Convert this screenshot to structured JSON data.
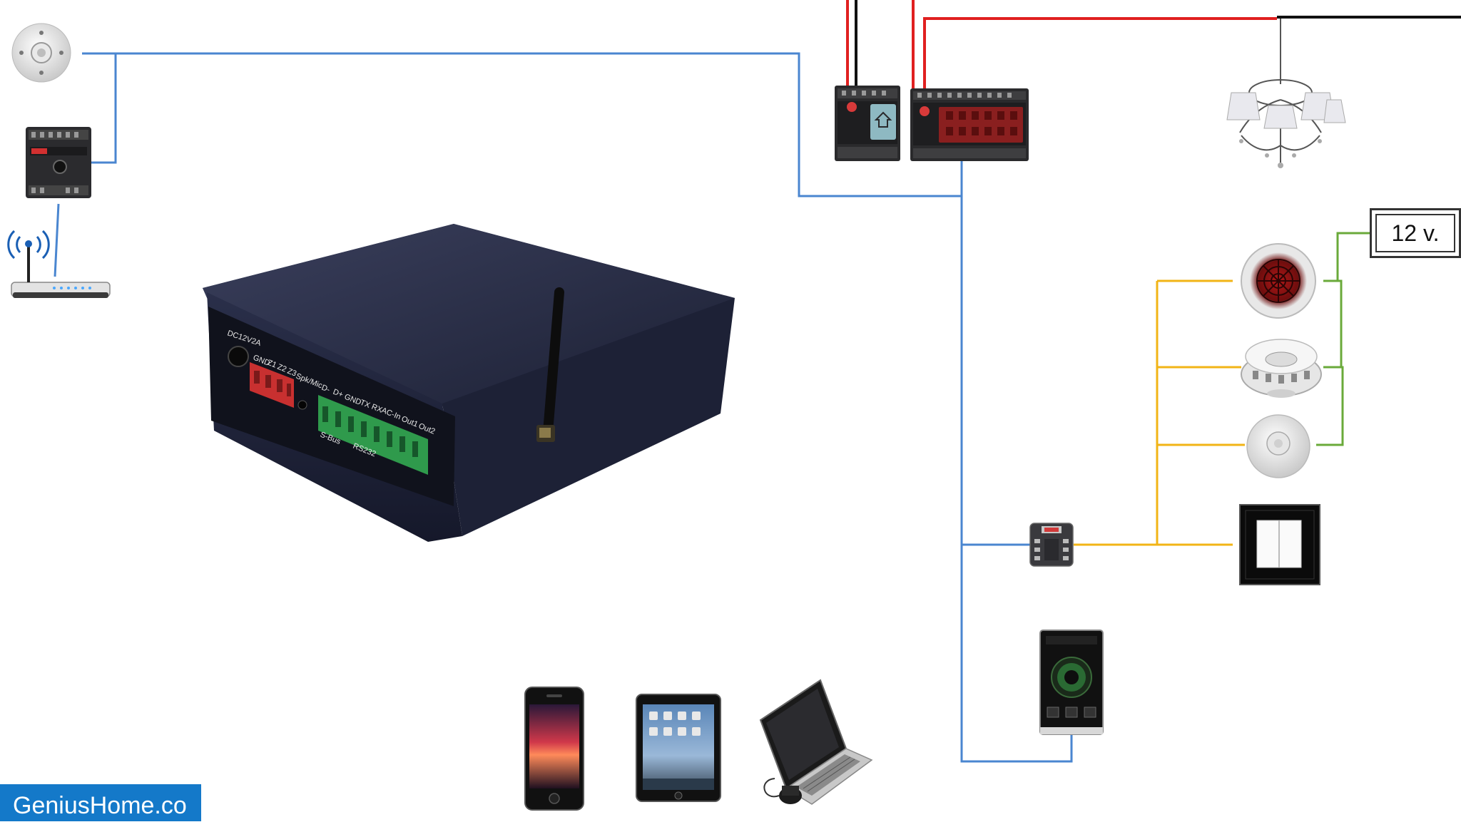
{
  "brand": {
    "label": "GeniusHome.co"
  },
  "power_box": {
    "label": "12 v."
  },
  "gateway": {
    "power_label": "DC12V2A",
    "zone_terminals": [
      "GND",
      "Z1",
      "Z2",
      "Z3",
      "Spk/Mic"
    ],
    "bus_terminals": [
      "D-",
      "D+",
      "GND",
      "TX",
      "RX",
      "AC-In",
      "Out1",
      "Out2"
    ],
    "bus_group_labels": [
      "S-Bus",
      "RS232"
    ]
  },
  "colors": {
    "bus_line": "#4a86d0",
    "power_red": "#e02020",
    "power_black": "#111111",
    "sensor_yellow": "#f2b416",
    "supply_green": "#6aaa3a",
    "brand_bg": "#1479c9"
  },
  "devices": [
    {
      "id": "ceiling-sensor",
      "icon": "ceiling-sensor-icon"
    },
    {
      "id": "dimmer-module",
      "icon": "din-module-icon"
    },
    {
      "id": "wifi-router",
      "icon": "router-icon"
    },
    {
      "id": "gateway",
      "icon": "gateway-box-icon"
    },
    {
      "id": "relay-module-small",
      "icon": "din-module-icon"
    },
    {
      "id": "relay-module-large",
      "icon": "din-module-icon"
    },
    {
      "id": "chandelier",
      "icon": "chandelier-icon"
    },
    {
      "id": "heat-detector",
      "icon": "heat-detector-icon"
    },
    {
      "id": "smoke-detector",
      "icon": "smoke-detector-icon"
    },
    {
      "id": "motion-sensor",
      "icon": "motion-sensor-icon"
    },
    {
      "id": "wall-switch",
      "icon": "wall-switch-icon"
    },
    {
      "id": "input-module",
      "icon": "input-module-icon"
    },
    {
      "id": "touch-panel",
      "icon": "touch-panel-icon"
    },
    {
      "id": "smartphone",
      "icon": "smartphone-icon"
    },
    {
      "id": "tablet",
      "icon": "tablet-icon"
    },
    {
      "id": "laptop",
      "icon": "laptop-icon"
    }
  ]
}
